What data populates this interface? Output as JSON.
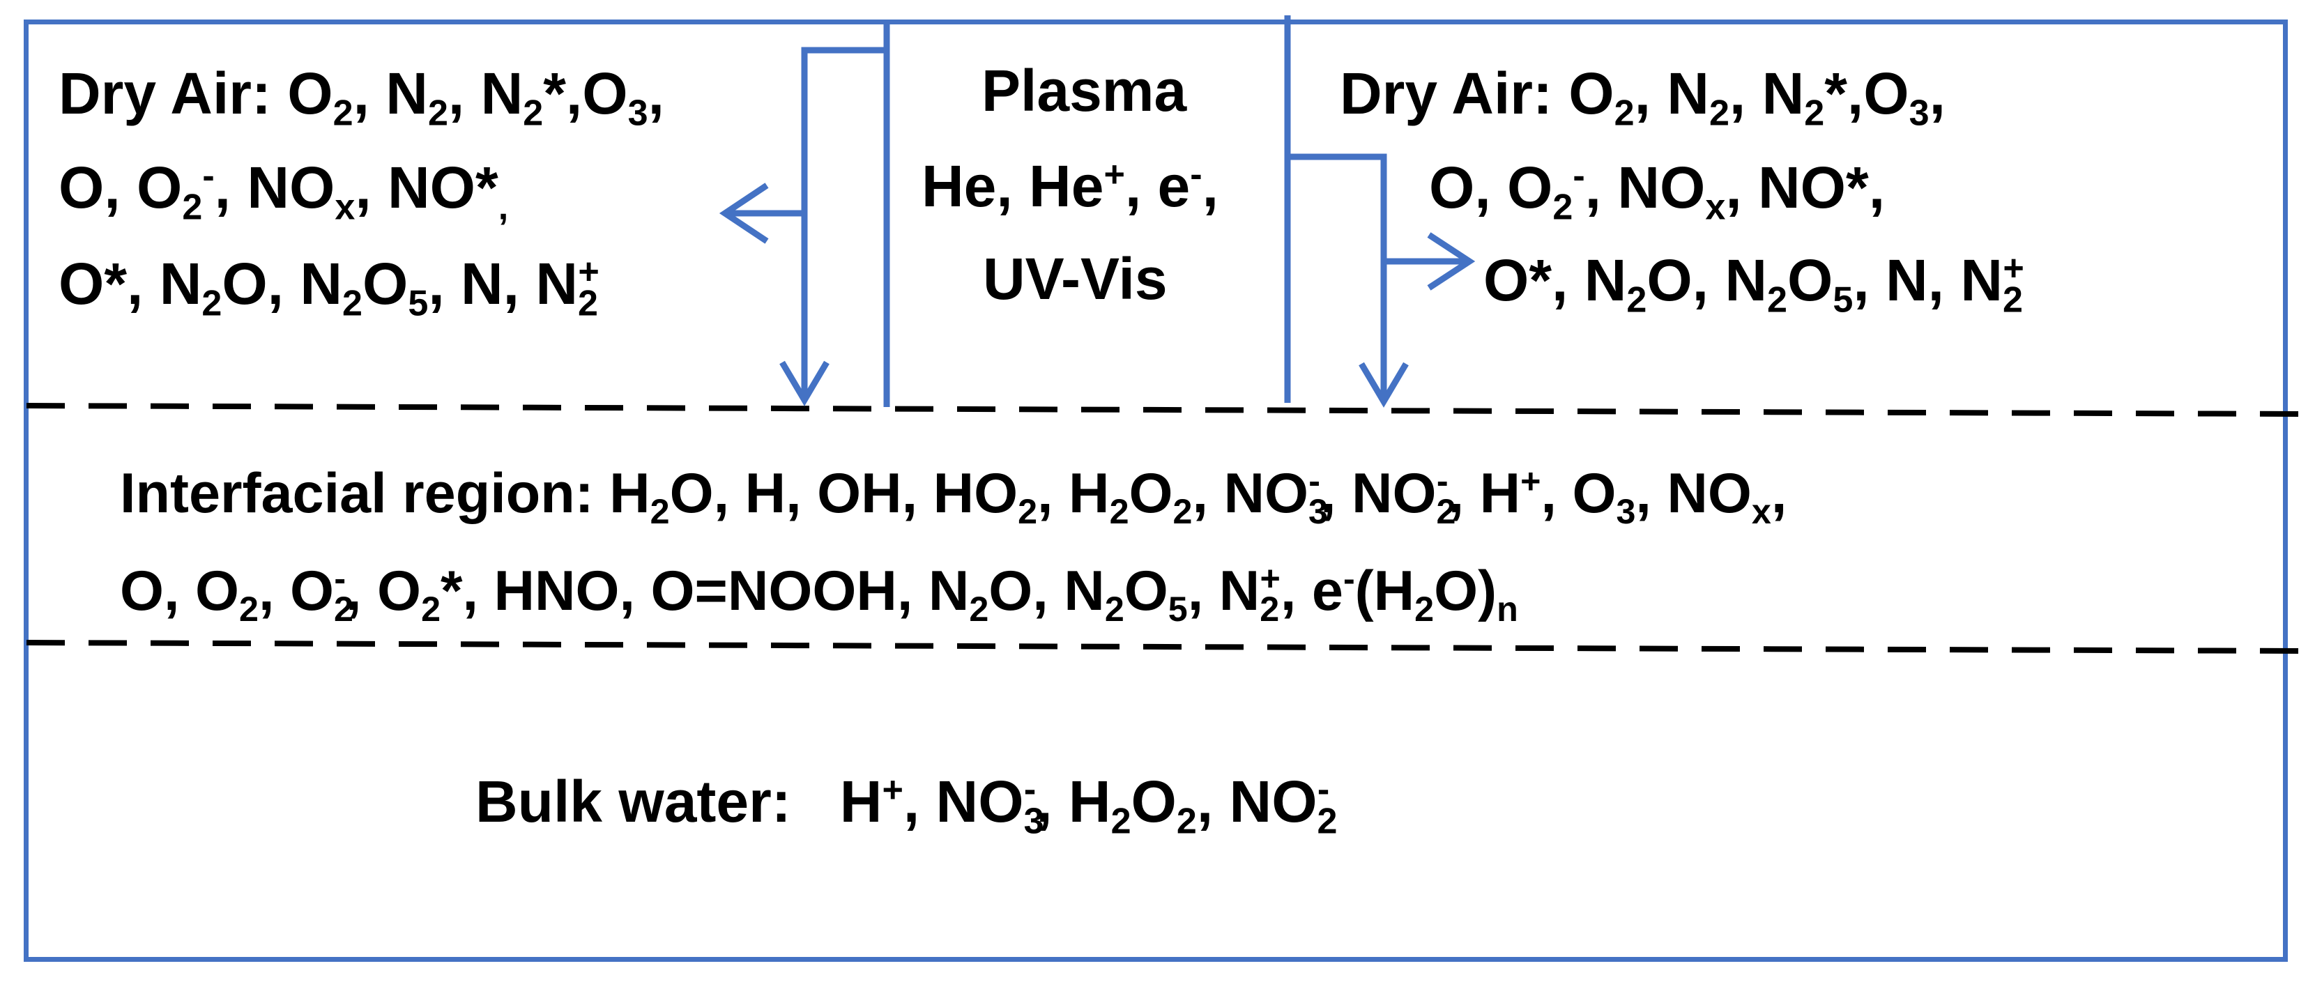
{
  "plasma": {
    "title": "Plasma",
    "line1": [
      "He, He",
      "+",
      ", e",
      "-",
      ","
    ],
    "line2": "UV-Vis"
  },
  "dry_air_left": {
    "line1": [
      "Dry Air: O",
      "2",
      ", N",
      "2",
      ", N",
      "2",
      "*,O",
      "3",
      ","
    ],
    "line2": [
      "O, O",
      "2",
      "-",
      ", NO",
      "x",
      ", NO*",
      ","
    ],
    "line3": [
      "O*, N",
      "2",
      "O, N",
      "2",
      "O",
      "5",
      ", N, N",
      "2",
      "+"
    ]
  },
  "dry_air_right": {
    "line1": [
      "Dry Air: O",
      "2",
      ", N",
      "2",
      ", N",
      "2",
      "*,O",
      "3",
      ","
    ],
    "line2": [
      "O, O",
      "2",
      "-",
      ", NO",
      "x",
      ", NO*,"
    ],
    "line3": [
      "O*, N",
      "2",
      "O, N",
      "2",
      "O",
      "5",
      ", N, N",
      "2",
      "+"
    ]
  },
  "interfacial": {
    "line1": [
      "Interfacial region: H",
      "2",
      "O, H, OH, HO",
      "2",
      ", H",
      "2",
      "O",
      "2",
      ", NO",
      "3",
      "-",
      ", NO",
      "2",
      "-",
      ", H",
      "+",
      ", O",
      "3",
      ", NO",
      "x",
      ","
    ],
    "line2": [
      "O, O",
      "2",
      ", O",
      "2",
      "-",
      ", O",
      "2",
      "*, HNO, O=NOOH, N",
      "2",
      "O, N",
      "2",
      "O",
      "5",
      ", N",
      "2",
      "+",
      ", e",
      "-",
      "(H",
      "2",
      "O)",
      "n"
    ]
  },
  "bulk": {
    "line": [
      "Bulk water:   H",
      "+",
      ", NO",
      "3",
      "-",
      ", H",
      "2",
      "O",
      "2",
      ", NO",
      "2",
      "-"
    ]
  },
  "colors": {
    "arrow": "#4472c4",
    "frame": "#4472c4",
    "dashed": "#000000",
    "text": "#000000"
  }
}
